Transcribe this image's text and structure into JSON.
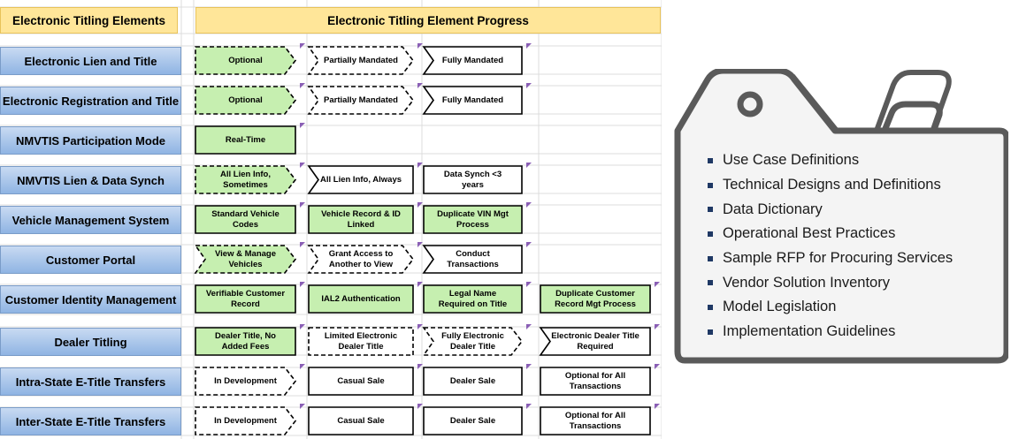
{
  "header": {
    "elements": "Electronic Titling Elements",
    "progress": "Electronic Titling Element Progress"
  },
  "rows": [
    {
      "label": "Electronic Lien and Title",
      "items": [
        {
          "text": "Optional",
          "fill": "green",
          "border": "dashed",
          "shape": "chevron"
        },
        {
          "text": "Partially Mandated",
          "fill": "white",
          "border": "dashed",
          "shape": "chevron-notch"
        },
        {
          "text": "Fully Mandated",
          "fill": "white",
          "border": "solid",
          "shape": "notch"
        }
      ]
    },
    {
      "label": "Electronic Registration and Title",
      "items": [
        {
          "text": "Optional",
          "fill": "green",
          "border": "dashed",
          "shape": "chevron"
        },
        {
          "text": "Partially Mandated",
          "fill": "white",
          "border": "dashed",
          "shape": "chevron-notch"
        },
        {
          "text": "Fully Mandated",
          "fill": "white",
          "border": "solid",
          "shape": "notch"
        }
      ]
    },
    {
      "label": "NMVTIS Participation Mode",
      "items": [
        {
          "text": "Real-Time",
          "fill": "green",
          "border": "solid",
          "shape": "rect"
        }
      ]
    },
    {
      "label": "NMVTIS Lien & Data Synch",
      "items": [
        {
          "text": "All Lien Info, Sometimes",
          "fill": "green",
          "border": "dashed",
          "shape": "chevron"
        },
        {
          "text": "All  Lien Info, Always",
          "fill": "white",
          "border": "solid",
          "shape": "notch"
        },
        {
          "text": "Data Synch <3 years",
          "fill": "white",
          "border": "solid",
          "shape": "rect"
        }
      ]
    },
    {
      "label": "Vehicle Management System",
      "items": [
        {
          "text": "Standard Vehicle Codes",
          "fill": "green",
          "border": "solid",
          "shape": "rect"
        },
        {
          "text": "Vehicle Record & ID Linked",
          "fill": "green",
          "border": "solid",
          "shape": "rect"
        },
        {
          "text": "Duplicate VIN Mgt Process",
          "fill": "green",
          "border": "solid",
          "shape": "rect"
        }
      ]
    },
    {
      "label": "Customer Portal",
      "items": [
        {
          "text": "View & Manage Vehicles",
          "fill": "green",
          "border": "dashed",
          "shape": "chevron-notch"
        },
        {
          "text": "Grant Access to Another to View",
          "fill": "white",
          "border": "dashed",
          "shape": "chevron-notch"
        },
        {
          "text": "Conduct Transactions",
          "fill": "white",
          "border": "solid",
          "shape": "notch"
        }
      ]
    },
    {
      "label": "Customer Identity Management",
      "items": [
        {
          "text": "Verifiable Customer Record",
          "fill": "green",
          "border": "solid",
          "shape": "rect"
        },
        {
          "text": "IAL2 Authentication",
          "fill": "green",
          "border": "solid",
          "shape": "rect"
        },
        {
          "text": "Legal Name Required on Title",
          "fill": "green",
          "border": "solid",
          "shape": "rect"
        },
        {
          "text": "Duplicate Customer Record Mgt Process",
          "fill": "green",
          "border": "solid",
          "shape": "rect"
        }
      ]
    },
    {
      "label": "Dealer Titling",
      "items": [
        {
          "text": "Dealer Title, No Added Fees",
          "fill": "green",
          "border": "solid",
          "shape": "rect"
        },
        {
          "text": "Limited Electronic Dealer Title",
          "fill": "white",
          "border": "dashed",
          "shape": "rect"
        },
        {
          "text": "Fully Electronic Dealer Title",
          "fill": "white",
          "border": "dashed",
          "shape": "chevron-notch"
        },
        {
          "text": "Electronic Dealer Title Required",
          "fill": "white",
          "border": "solid",
          "shape": "notch"
        }
      ]
    },
    {
      "label": "Intra-State E-Title Transfers",
      "items": [
        {
          "text": "In Development",
          "fill": "white",
          "border": "dashed",
          "shape": "chevron"
        },
        {
          "text": "Casual Sale",
          "fill": "white",
          "border": "solid",
          "shape": "rect"
        },
        {
          "text": "Dealer Sale",
          "fill": "white",
          "border": "solid",
          "shape": "rect"
        },
        {
          "text": "Optional for All Transactions",
          "fill": "white",
          "border": "solid",
          "shape": "rect"
        }
      ]
    },
    {
      "label": "Inter-State E-Title Transfers",
      "items": [
        {
          "text": "In Development",
          "fill": "white",
          "border": "dashed",
          "shape": "chevron"
        },
        {
          "text": "Casual Sale",
          "fill": "white",
          "border": "solid",
          "shape": "rect"
        },
        {
          "text": "Dealer Sale",
          "fill": "white",
          "border": "solid",
          "shape": "rect"
        },
        {
          "text": "Optional for All Transactions",
          "fill": "white",
          "border": "solid",
          "shape": "rect"
        }
      ]
    }
  ],
  "deliverables": [
    "Use Case Definitions",
    "Technical Designs and Definitions",
    "Data Dictionary",
    "Operational Best Practices",
    "Sample RFP for Procuring Services",
    "Vendor Solution Inventory",
    "Model Legislation",
    "Implementation Guidelines"
  ],
  "colors": {
    "header_fill": "#ffe699",
    "label_fill": "#9dc3e6",
    "box_green": "#c6efb0",
    "gridline": "#dcdcdc",
    "tag_stroke": "#5a5a5a",
    "tag_fill": "#f4f4f4",
    "comment_flag": "#8a5fb5"
  },
  "icons": [
    "briefcase-tag-icon",
    "bullet-square-icon"
  ]
}
